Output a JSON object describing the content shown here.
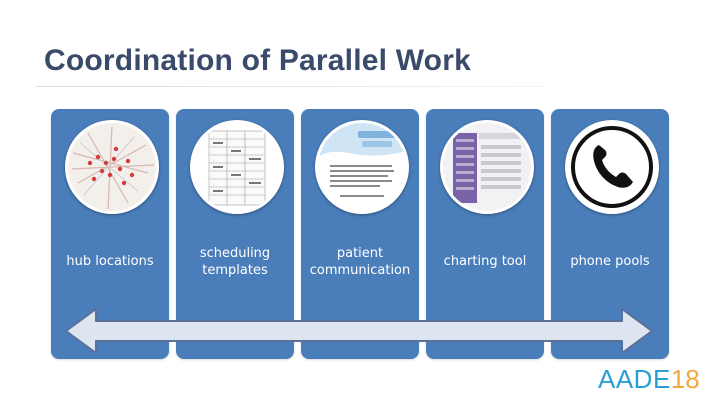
{
  "slide": {
    "title": "Coordination of Parallel Work"
  },
  "cards": [
    {
      "label": "hub locations",
      "icon": "map-icon"
    },
    {
      "label": "scheduling\ntemplates",
      "icon": "schedule-document-icon"
    },
    {
      "label": "patient\ncommunication",
      "icon": "letter-document-icon"
    },
    {
      "label": "charting tool",
      "icon": "chart-screen-icon"
    },
    {
      "label": "phone pools",
      "icon": "phone-icon"
    }
  ],
  "arrow": {
    "icon": "double-headed-arrow-icon"
  },
  "logo": {
    "aade": "AADE",
    "year": "18"
  },
  "colors": {
    "card": "#4a7ebb",
    "title": "#3a4a6a",
    "arrow_fill": "#dde5f1",
    "arrow_stroke": "#5b6f99",
    "logo_blue": "#2a9fd6",
    "logo_orange": "#f2a93b"
  }
}
